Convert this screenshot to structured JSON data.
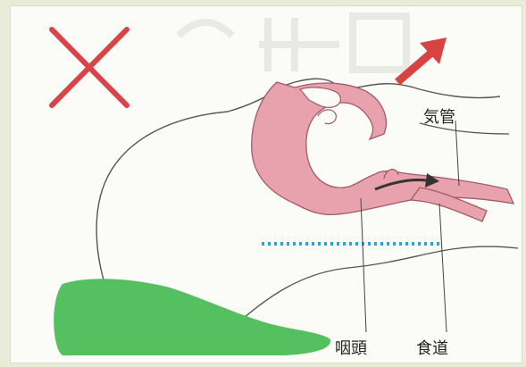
{
  "labels": {
    "trachea": "気管",
    "pharynx": "咽頭",
    "esophagus": "食道"
  },
  "colors": {
    "background": "#e9ecd9",
    "cross": "#d9434a",
    "arrow": "#d9433f",
    "airway_fill": "#e8a2ad",
    "airway_stroke": "#a15b66",
    "pillow": "#54c060",
    "dotted_line": "#2aa3dc",
    "outline": "#555555"
  },
  "icons": {
    "cross": "x-mark-icon",
    "arrow": "arrow-up-right-icon"
  }
}
